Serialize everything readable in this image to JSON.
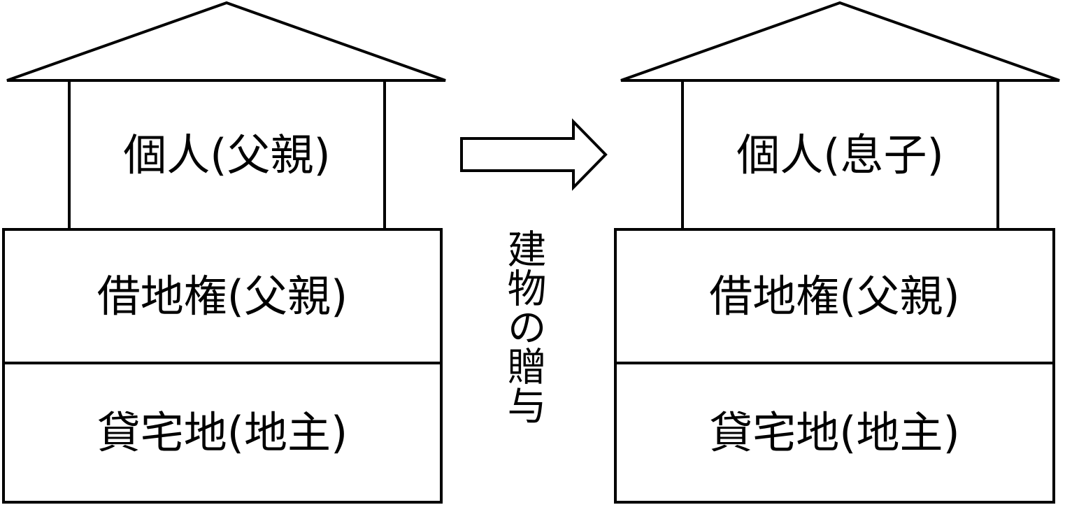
{
  "left_house": {
    "building": "個人(父親)",
    "leasehold": "借地権(父親)",
    "land": "貸宅地(地主)"
  },
  "action": {
    "label": "建物の贈与"
  },
  "right_house": {
    "building": "個人(息子)",
    "leasehold": "借地権(父親)",
    "land": "貸宅地(地主)"
  }
}
